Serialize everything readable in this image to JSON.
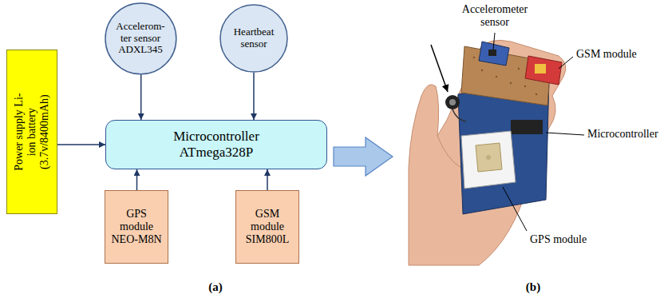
{
  "diagram": {
    "nodes": [
      {
        "text": [
          "Power supply Li-ion battery (3.7v/8400mAh)"
        ]
      },
      {
        "text": [
          "Accelerom- ter sensor ADXL345"
        ]
      },
      {
        "text": [
          "Heartbeat sensor"
        ]
      },
      {
        "text": [
          "Microcontroller ATmega328P"
        ]
      },
      {
        "text": [
          "GPS module NEO-M8N"
        ]
      },
      {
        "text": [
          "GSM module SIM800L"
        ]
      }
    ],
    "edges": [
      {
        "from": 0,
        "to": 3,
        "arrow": "to"
      },
      {
        "from": 1,
        "to": 3,
        "arrow": "to"
      },
      {
        "from": 2,
        "to": 3,
        "arrow": "to"
      },
      {
        "from": 4,
        "to": 3,
        "arrow": "to"
      },
      {
        "from": 5,
        "to": 3,
        "arrow": "to"
      }
    ],
    "labels": [
      "(a)",
      "(b)",
      "Accelerometer sensor",
      "GSM module",
      "Microcontroller",
      "GPS module"
    ]
  }
}
